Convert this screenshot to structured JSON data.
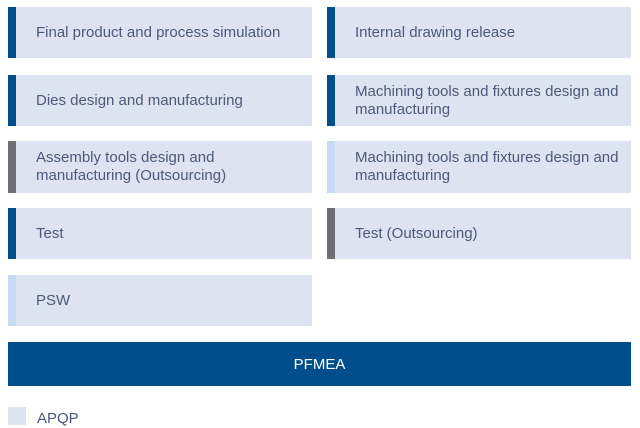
{
  "colors": {
    "box_fill": "#dde3f1",
    "text": "#4a5a78",
    "bar_dark": "#004f8c",
    "bar_gray": "#6e6e73",
    "bar_light": "#c6dcf2",
    "pfmea_fill": "#004f8c",
    "pfmea_text": "#ffffff"
  },
  "left_column": [
    {
      "label": "Final product and process simulation",
      "marker": "dark"
    },
    {
      "label": "Dies design and manufacturing",
      "marker": "dark"
    },
    {
      "label": "Assembly tools design and manufacturing (Outsourcing)",
      "marker": "gray"
    },
    {
      "label": "Test",
      "marker": "dark"
    },
    {
      "label": "PSW",
      "marker": "light"
    }
  ],
  "right_column": [
    {
      "label": "Internal drawing release",
      "marker": "dark"
    },
    {
      "label": "Machining tools and fixtures design and manufacturing",
      "marker": "dark"
    },
    {
      "label": "Machining tools and fixtures design and manufacturing",
      "marker": "light"
    },
    {
      "label": "Test (Outsourcing)",
      "marker": "gray"
    }
  ],
  "pfmea": {
    "label": "PFMEA"
  },
  "legend": {
    "label": "APQP"
  }
}
